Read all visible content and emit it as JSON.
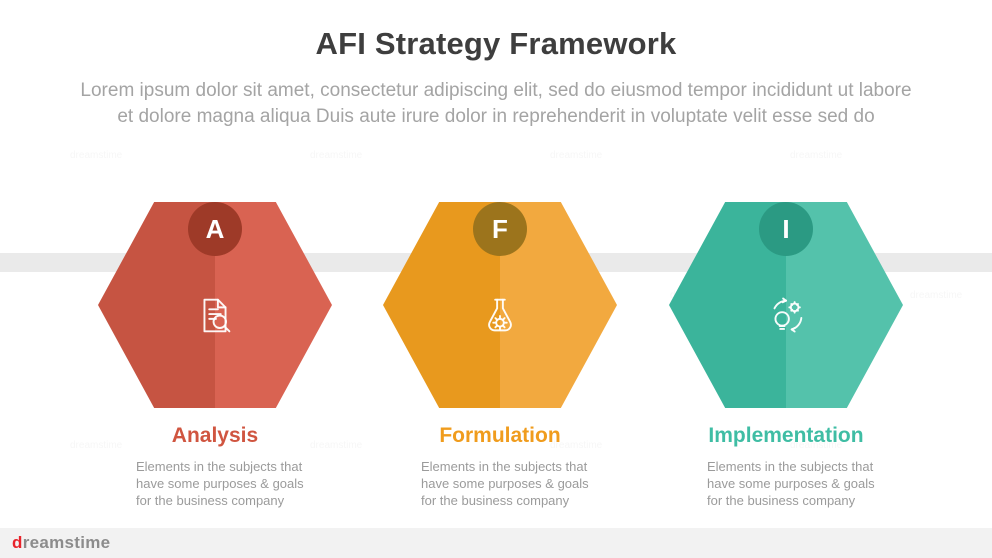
{
  "header": {
    "title": "AFI Strategy Framework",
    "subtitle_line1": "Lorem ipsum dolor sit amet, consectetur adipiscing elit, sed do eiusmod tempor incididunt ut labore",
    "subtitle_line2": "et dolore magna aliqua Duis aute irure dolor in reprehenderit in voluptate velit esse sed do"
  },
  "band_color": "#eaeaea",
  "items": [
    {
      "letter": "A",
      "title": "Analysis",
      "icon": "document-magnifier-icon",
      "desc_line1": "Elements in the subjects that",
      "desc_line2": "have  some purposes & goals",
      "desc_line3": "for the  business company",
      "colors": {
        "left": "#c65442",
        "right": "#d96352",
        "badge": "#9e3a28",
        "accent": "#d05540"
      }
    },
    {
      "letter": "F",
      "title": "Formulation",
      "icon": "flask-gear-icon",
      "desc_line1": "Elements in the subjects that",
      "desc_line2": "have  some purposes & goals",
      "desc_line3": "for the  business company",
      "colors": {
        "left": "#e8991e",
        "right": "#f2a93f",
        "badge": "#9c741c",
        "accent": "#f09c1d"
      }
    },
    {
      "letter": "I",
      "title": "Implementation",
      "icon": "lightbulb-gear-icon",
      "desc_line1": "Elements in the subjects that",
      "desc_line2": "have  some purposes & goals",
      "desc_line3": "for the  business company",
      "colors": {
        "left": "#3bb49b",
        "right": "#54c2ab",
        "badge": "#2b9a83",
        "accent": "#3fbda4"
      }
    }
  ],
  "watermark": {
    "brand": "dreamstime",
    "tile": "dreamstime"
  }
}
